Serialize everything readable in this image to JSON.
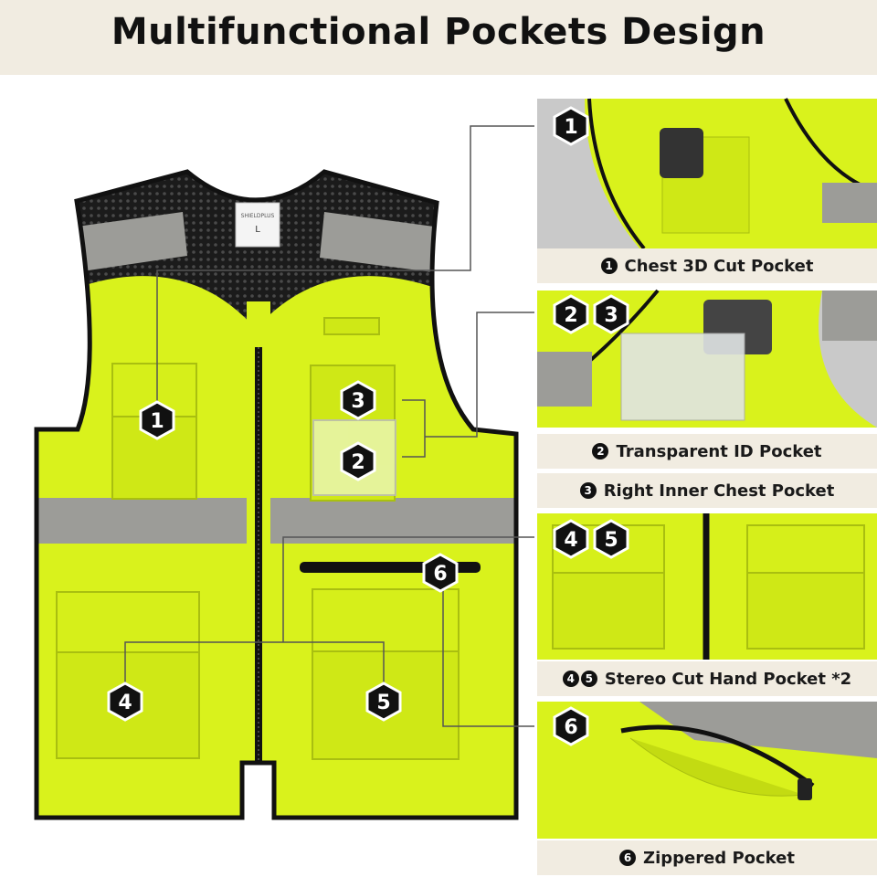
{
  "title": "Multifunctional Pockets Design",
  "garment_tag": {
    "brand": "SHIELDPLUS",
    "size": "L"
  },
  "callouts": [
    "1",
    "2",
    "3",
    "4",
    "5",
    "6"
  ],
  "panels": [
    {
      "badges": [
        "1"
      ],
      "label": "Chest 3D Cut Pocket"
    },
    {
      "badges": [
        "2",
        "3"
      ],
      "label": "Transparent ID Pocket"
    },
    {
      "badges": [],
      "label": "Right Inner Chest Pocket",
      "badge_text": "3"
    },
    {
      "badges": [
        "4",
        "5"
      ],
      "label": "Stereo Cut Hand Pocket *2"
    },
    {
      "badges": [
        "6"
      ],
      "label": "Zippered Pocket"
    }
  ],
  "label_badges": {
    "p1": "1",
    "p2": "2",
    "p3": "3",
    "p4a": "4",
    "p4b": "5",
    "p6": "6"
  },
  "colors": {
    "vest": "#d9f21c",
    "vest_shadow": "#c3db12",
    "reflective": "#9c9c98",
    "mesh": "#1a1a1a",
    "banner": "#f1ece1",
    "line": "#555555"
  }
}
